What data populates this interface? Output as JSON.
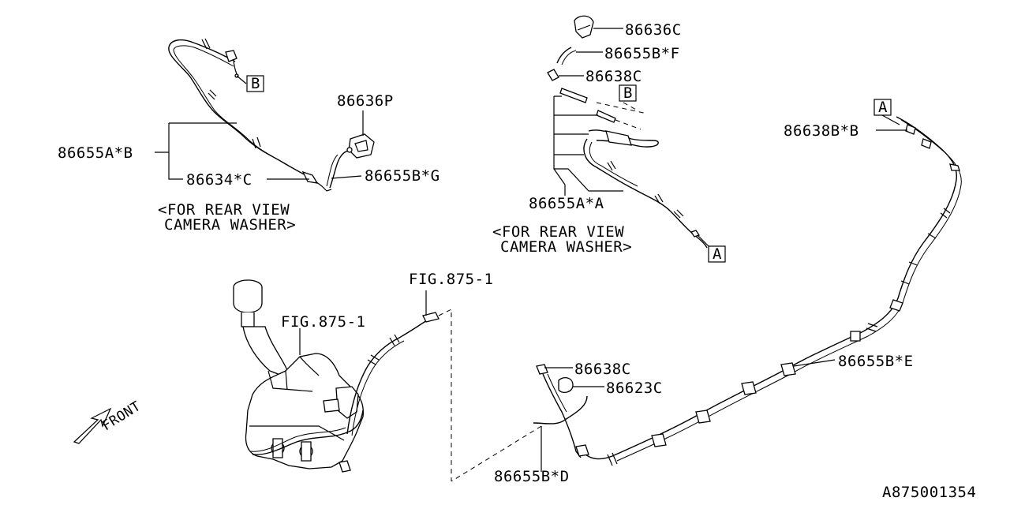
{
  "labels": {
    "p86636C": "86636C",
    "p86655BF": "86655B*F",
    "p86638C_top": "86638C",
    "p86636P": "86636P",
    "p86655AB": "86655A*B",
    "p86634C": "86634*C",
    "p86655BG": "86655B*G",
    "p86655AA": "86655A*A",
    "p86638BB": "86638B*B",
    "p86655BE": "86655B*E",
    "p86638C_bottom": "86638C",
    "p86623C": "86623C",
    "p86655BD": "86655B*D",
    "fig_tank": "FIG.875-1",
    "fig_top": "FIG.875-1",
    "front": "FRONT",
    "diagram_id": "A875001354"
  },
  "notes": {
    "left_line1": "<FOR REAR VIEW",
    "left_line2": "CAMERA WASHER>",
    "right_line1": "<FOR REAR VIEW",
    "right_line2": "CAMERA WASHER>"
  },
  "refs": {
    "b_left": "B",
    "b_right": "B",
    "a_mid": "A",
    "a_right": "A"
  }
}
